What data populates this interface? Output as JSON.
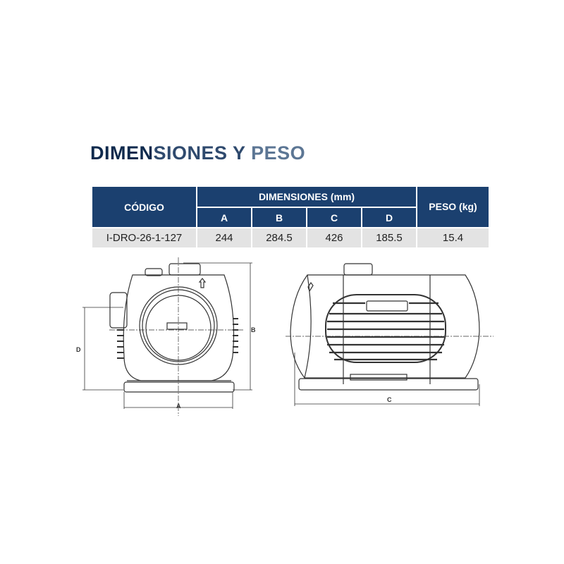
{
  "title": {
    "part1": "DIMEN",
    "part2": "SIONES Y",
    "part3": " PESO"
  },
  "table": {
    "headers": {
      "code": "CÓDIGO",
      "dimensions": "DIMENSIONES (mm)",
      "weight": "PESO (kg)",
      "dims": [
        "A",
        "B",
        "C",
        "D"
      ]
    },
    "rows": [
      {
        "code": "I-DRO-26-1-127",
        "a": "244",
        "b": "284.5",
        "c": "426",
        "d": "185.5",
        "weight": "15.4"
      }
    ]
  },
  "drawing": {
    "labels": {
      "a": "A",
      "b": "B",
      "c": "C",
      "d": "D"
    }
  },
  "colors": {
    "header": "#1b406f",
    "title": "#0f2a4d",
    "row": "#e3e3e3"
  }
}
